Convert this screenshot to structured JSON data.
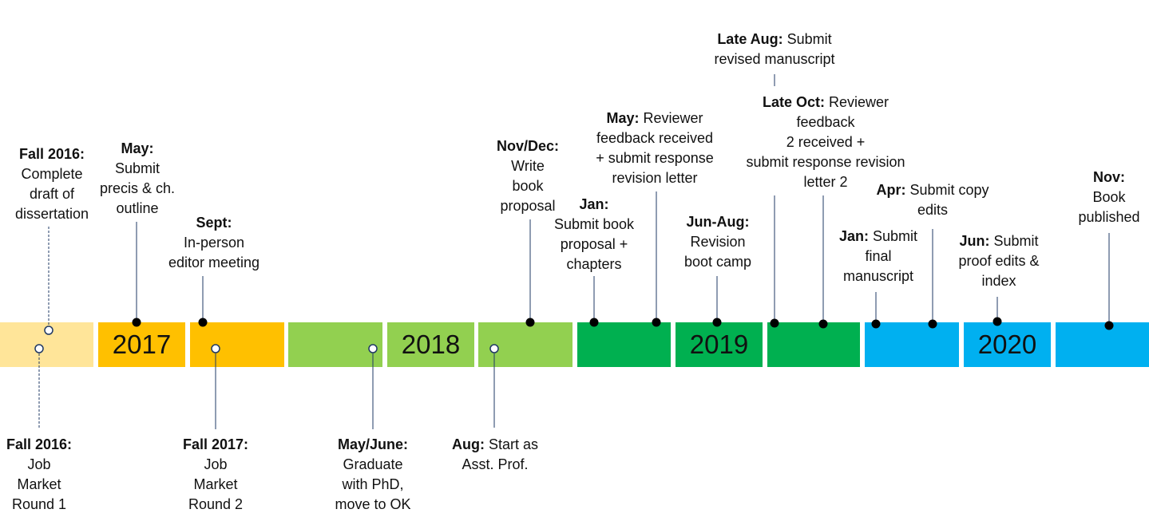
{
  "colors": {
    "y2016": "#ffe599",
    "y2017": "#ffc000",
    "y2018": "#92d050",
    "y2019": "#00b050",
    "y2020": "#00b0f0"
  },
  "years": [
    "2017",
    "2018",
    "2019",
    "2020"
  ],
  "events": [
    {
      "id": "fall2016-draft",
      "date": "Fall 2016:",
      "lines": [
        "Complete",
        "draft of",
        "dissertation"
      ],
      "position": "above",
      "marker": "open",
      "connector": "dashed"
    },
    {
      "id": "fall2016-job",
      "date": "Fall 2016:",
      "lines": [
        "Job",
        "Market",
        "Round 1"
      ],
      "position": "below",
      "marker": "open",
      "connector": "dashed"
    },
    {
      "id": "may2017",
      "date": "May:",
      "lines": [
        "Submit",
        "precis & ch.",
        "outline"
      ],
      "position": "above",
      "marker": "filled",
      "connector": "solid"
    },
    {
      "id": "sept2017",
      "date": "Sept:",
      "lines": [
        "In-person",
        "editor meeting"
      ],
      "position": "above",
      "marker": "filled",
      "connector": "solid"
    },
    {
      "id": "fall2017-job",
      "date": "Fall 2017:",
      "lines": [
        "Job",
        "Market",
        "Round 2"
      ],
      "position": "below",
      "marker": "open",
      "connector": "solid"
    },
    {
      "id": "mayjune2018",
      "date": "May/June:",
      "lines": [
        "Graduate",
        "with PhD,",
        "move to OK"
      ],
      "position": "below",
      "marker": "open",
      "connector": "solid"
    },
    {
      "id": "aug2018",
      "date": "Aug:",
      "firstLineRest": " Start as",
      "lines": [
        "Asst. Prof."
      ],
      "position": "below",
      "marker": "open",
      "connector": "solid"
    },
    {
      "id": "novdec2018",
      "date": "Nov/Dec:",
      "lines": [
        "Write",
        "book",
        "proposal"
      ],
      "position": "above",
      "marker": "filled",
      "connector": "solid"
    },
    {
      "id": "jan2019",
      "date": "Jan:",
      "lines": [
        "Submit book",
        "proposal +",
        "chapters"
      ],
      "position": "above",
      "marker": "filled",
      "connector": "solid"
    },
    {
      "id": "may2019",
      "date": "May:",
      "firstLineRest": " Reviewer",
      "lines": [
        "feedback received",
        "+ submit response",
        "revision letter"
      ],
      "position": "above",
      "marker": "filled",
      "connector": "solid"
    },
    {
      "id": "junaug2019",
      "date": "Jun-Aug:",
      "lines": [
        "Revision",
        "boot camp"
      ],
      "position": "above",
      "marker": "filled",
      "connector": "solid"
    },
    {
      "id": "lateaug2019",
      "date": "Late Aug:",
      "firstLineRest": " Submit",
      "lines": [
        "revised manuscript"
      ],
      "position": "above",
      "marker": "filled",
      "connector": "solid"
    },
    {
      "id": "lateoct2019",
      "date": "Late Oct:",
      "firstLineRest": " Reviewer",
      "lines": [
        "feedback",
        "2 received +",
        "submit response revision",
        "letter 2"
      ],
      "position": "above",
      "marker": "filled",
      "connector": "solid"
    },
    {
      "id": "jan2020",
      "date": "Jan:",
      "firstLineRest": " Submit",
      "lines": [
        "final",
        "manuscript"
      ],
      "position": "above",
      "marker": "filled",
      "connector": "solid"
    },
    {
      "id": "apr2020",
      "date": "Apr:",
      "firstLineRest": " Submit copy",
      "lines": [
        "edits"
      ],
      "position": "above",
      "marker": "filled",
      "connector": "solid"
    },
    {
      "id": "jun2020",
      "date": "Jun:",
      "firstLineRest": " Submit",
      "lines": [
        "proof edits &",
        "index"
      ],
      "position": "above",
      "marker": "filled",
      "connector": "solid"
    },
    {
      "id": "nov2020",
      "date": "Nov:",
      "lines": [
        "Book",
        "published"
      ],
      "position": "above",
      "marker": "filled",
      "connector": "solid"
    }
  ]
}
